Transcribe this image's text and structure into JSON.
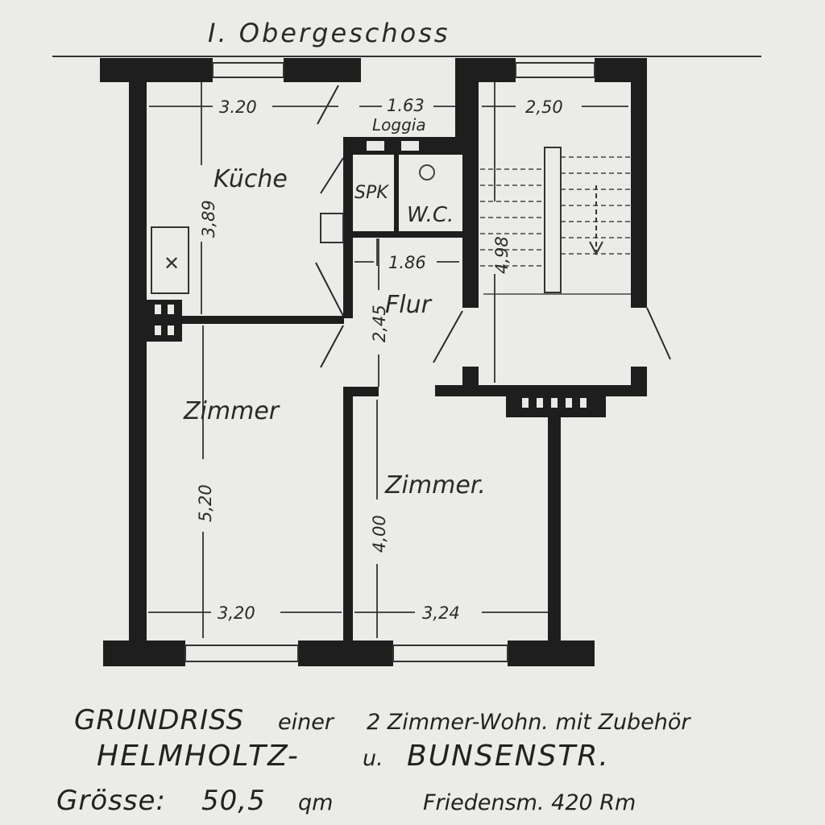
{
  "header": {
    "floor_title": "I. Obergeschoss"
  },
  "rooms": {
    "kitchen": "Küche",
    "loggia": "Loggia",
    "pantry": "SPK",
    "wc": "W.C.",
    "hall": "Flur",
    "room_left": "Zimmer",
    "room_right": "Zimmer."
  },
  "dimensions": {
    "kitchen_width": "3.20",
    "loggia_width": "1.63",
    "stair_width": "2,50",
    "kitchen_depth": "3,89",
    "hall_width": "1.86",
    "stair_depth": "4,98",
    "hall_depth": "2,45",
    "left_room_depth": "5,20",
    "right_room_depth": "4,00",
    "left_room_width": "3,20",
    "right_room_width": "3,24"
  },
  "caption": {
    "line1_a": "GRUNDRISS",
    "line1_b": "einer",
    "line1_c": "2 Zimmer-Wohn. mit Zubehör",
    "line2_a": "HELMHOLTZ-",
    "line2_b": "u.",
    "line2_c": "BUNSENSTR.",
    "line3_a": "Grösse:",
    "line3_b": "50,5",
    "line3_c": "qm",
    "line3_d": "Friedensm. 420 Rm"
  }
}
